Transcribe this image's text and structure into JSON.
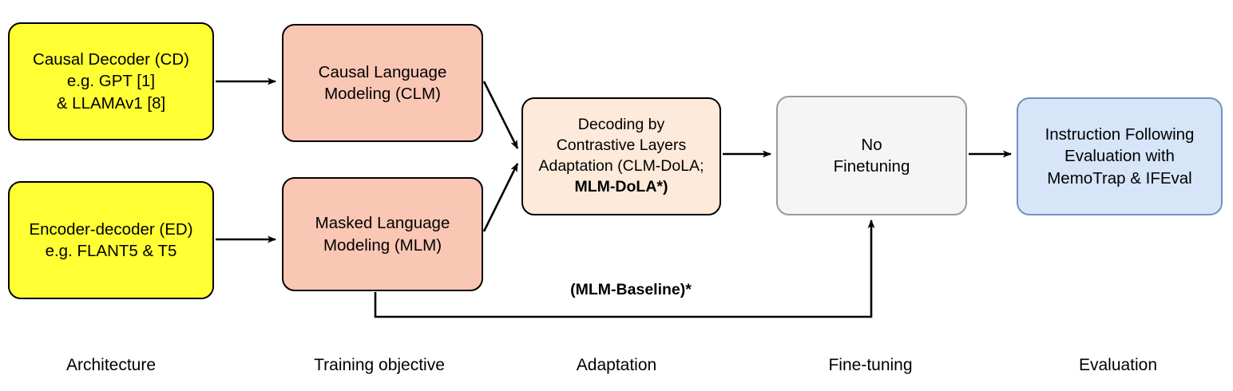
{
  "diagram": {
    "title": "LLM architecture to evaluation pipeline",
    "colors": {
      "architecture_fill": "#ffff33",
      "architecture_stroke": "#000000",
      "objective_fill": "#fac7b4",
      "objective_stroke": "#000000",
      "adaptation_fill": "#fdeada",
      "adaptation_stroke": "#000000",
      "finetuning_fill": "#f5f5f5",
      "finetuning_stroke": "#9a9a9a",
      "evaluation_fill": "#d6e5f8",
      "evaluation_stroke": "#7192be",
      "connector": "#000000",
      "background": "#ffffff"
    },
    "nodes": {
      "causal_decoder": {
        "lines": [
          "Causal Decoder (CD)",
          "e.g. GPT [1]",
          "& LLAMAv1 [8]"
        ]
      },
      "encoder_decoder": {
        "lines": [
          "Encoder-decoder (ED)",
          "e.g. FLANT5 & T5"
        ]
      },
      "clm": {
        "lines": [
          "Causal Language",
          "Modeling (CLM)"
        ]
      },
      "mlm": {
        "lines": [
          "Masked Language",
          "Modeling (MLM)"
        ]
      },
      "adaptation": {
        "lines": [
          "Decoding by",
          "Contrastive Layers",
          "Adaptation (CLM-DoLA;"
        ],
        "bold_line": "MLM-DoLA*)"
      },
      "finetuning": {
        "lines": [
          "No",
          "Finetuning"
        ]
      },
      "evaluation": {
        "lines": [
          "Instruction Following",
          "Evaluation with",
          "MemoTrap & IFEval"
        ]
      }
    },
    "edge_labels": {
      "mlm_baseline": "(MLM-Baseline)*"
    },
    "column_labels": [
      "Architecture",
      "Training objective",
      "Adaptation",
      "Fine-tuning",
      "Evaluation"
    ]
  }
}
